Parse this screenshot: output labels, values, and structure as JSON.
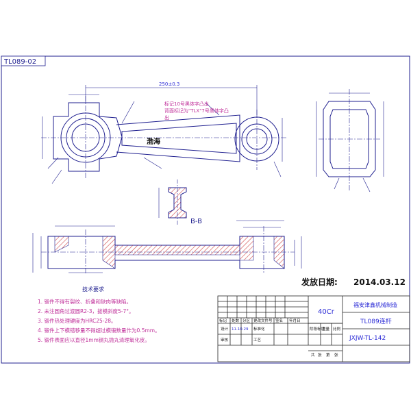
{
  "drawing_number": "TL089-02",
  "notes": {
    "title": "技术要求",
    "items": [
      "1. 锻件不得有裂纹、折叠和缺肉等缺陷。",
      "2. 未注圆角过渡圆R2-3，拔模斜度5-7°。",
      "3. 锻件热处理硬度为HRC25-28。",
      "4. 锻件上下模错移量不得超过模锻数量作为0.5mm。",
      "5. 锻件表面应以直径1mm钢丸抛丸清理氧化皮。"
    ]
  },
  "annotations": {
    "mark_line1": "标记10号黑体字凸出",
    "mark_line2": "背面标记为\"TLX\"7号黑体字凸",
    "mark_line3": "出",
    "center_text": "渤海",
    "section_label": "B-B",
    "dim_overall": "250±0.3"
  },
  "issue": {
    "label": "发放日期:",
    "date": "2014.03.12"
  },
  "title_block": {
    "material": "40Cr",
    "company": "福安津鑫机械制造",
    "part_name": "TL089连杆",
    "drawing_code": "JXJW-TL-142",
    "date_cell": "11.10.29",
    "headers": [
      "标记",
      "处数",
      "分区",
      "更改文件号",
      "签名",
      "年月日"
    ],
    "row_design": [
      "设计",
      "",
      "标准化"
    ],
    "row_check": [
      "审核",
      "",
      "工艺"
    ],
    "stage_labels": [
      "阶段标记",
      "重量",
      "比例"
    ],
    "sheet_labels": [
      "共",
      "张",
      "第",
      "张"
    ]
  },
  "colors": {
    "line": "#1f1f8f",
    "text_blue": "#2b2bd6",
    "text_magenta": "#c0309a",
    "section_hatch": "#d04a4a"
  }
}
